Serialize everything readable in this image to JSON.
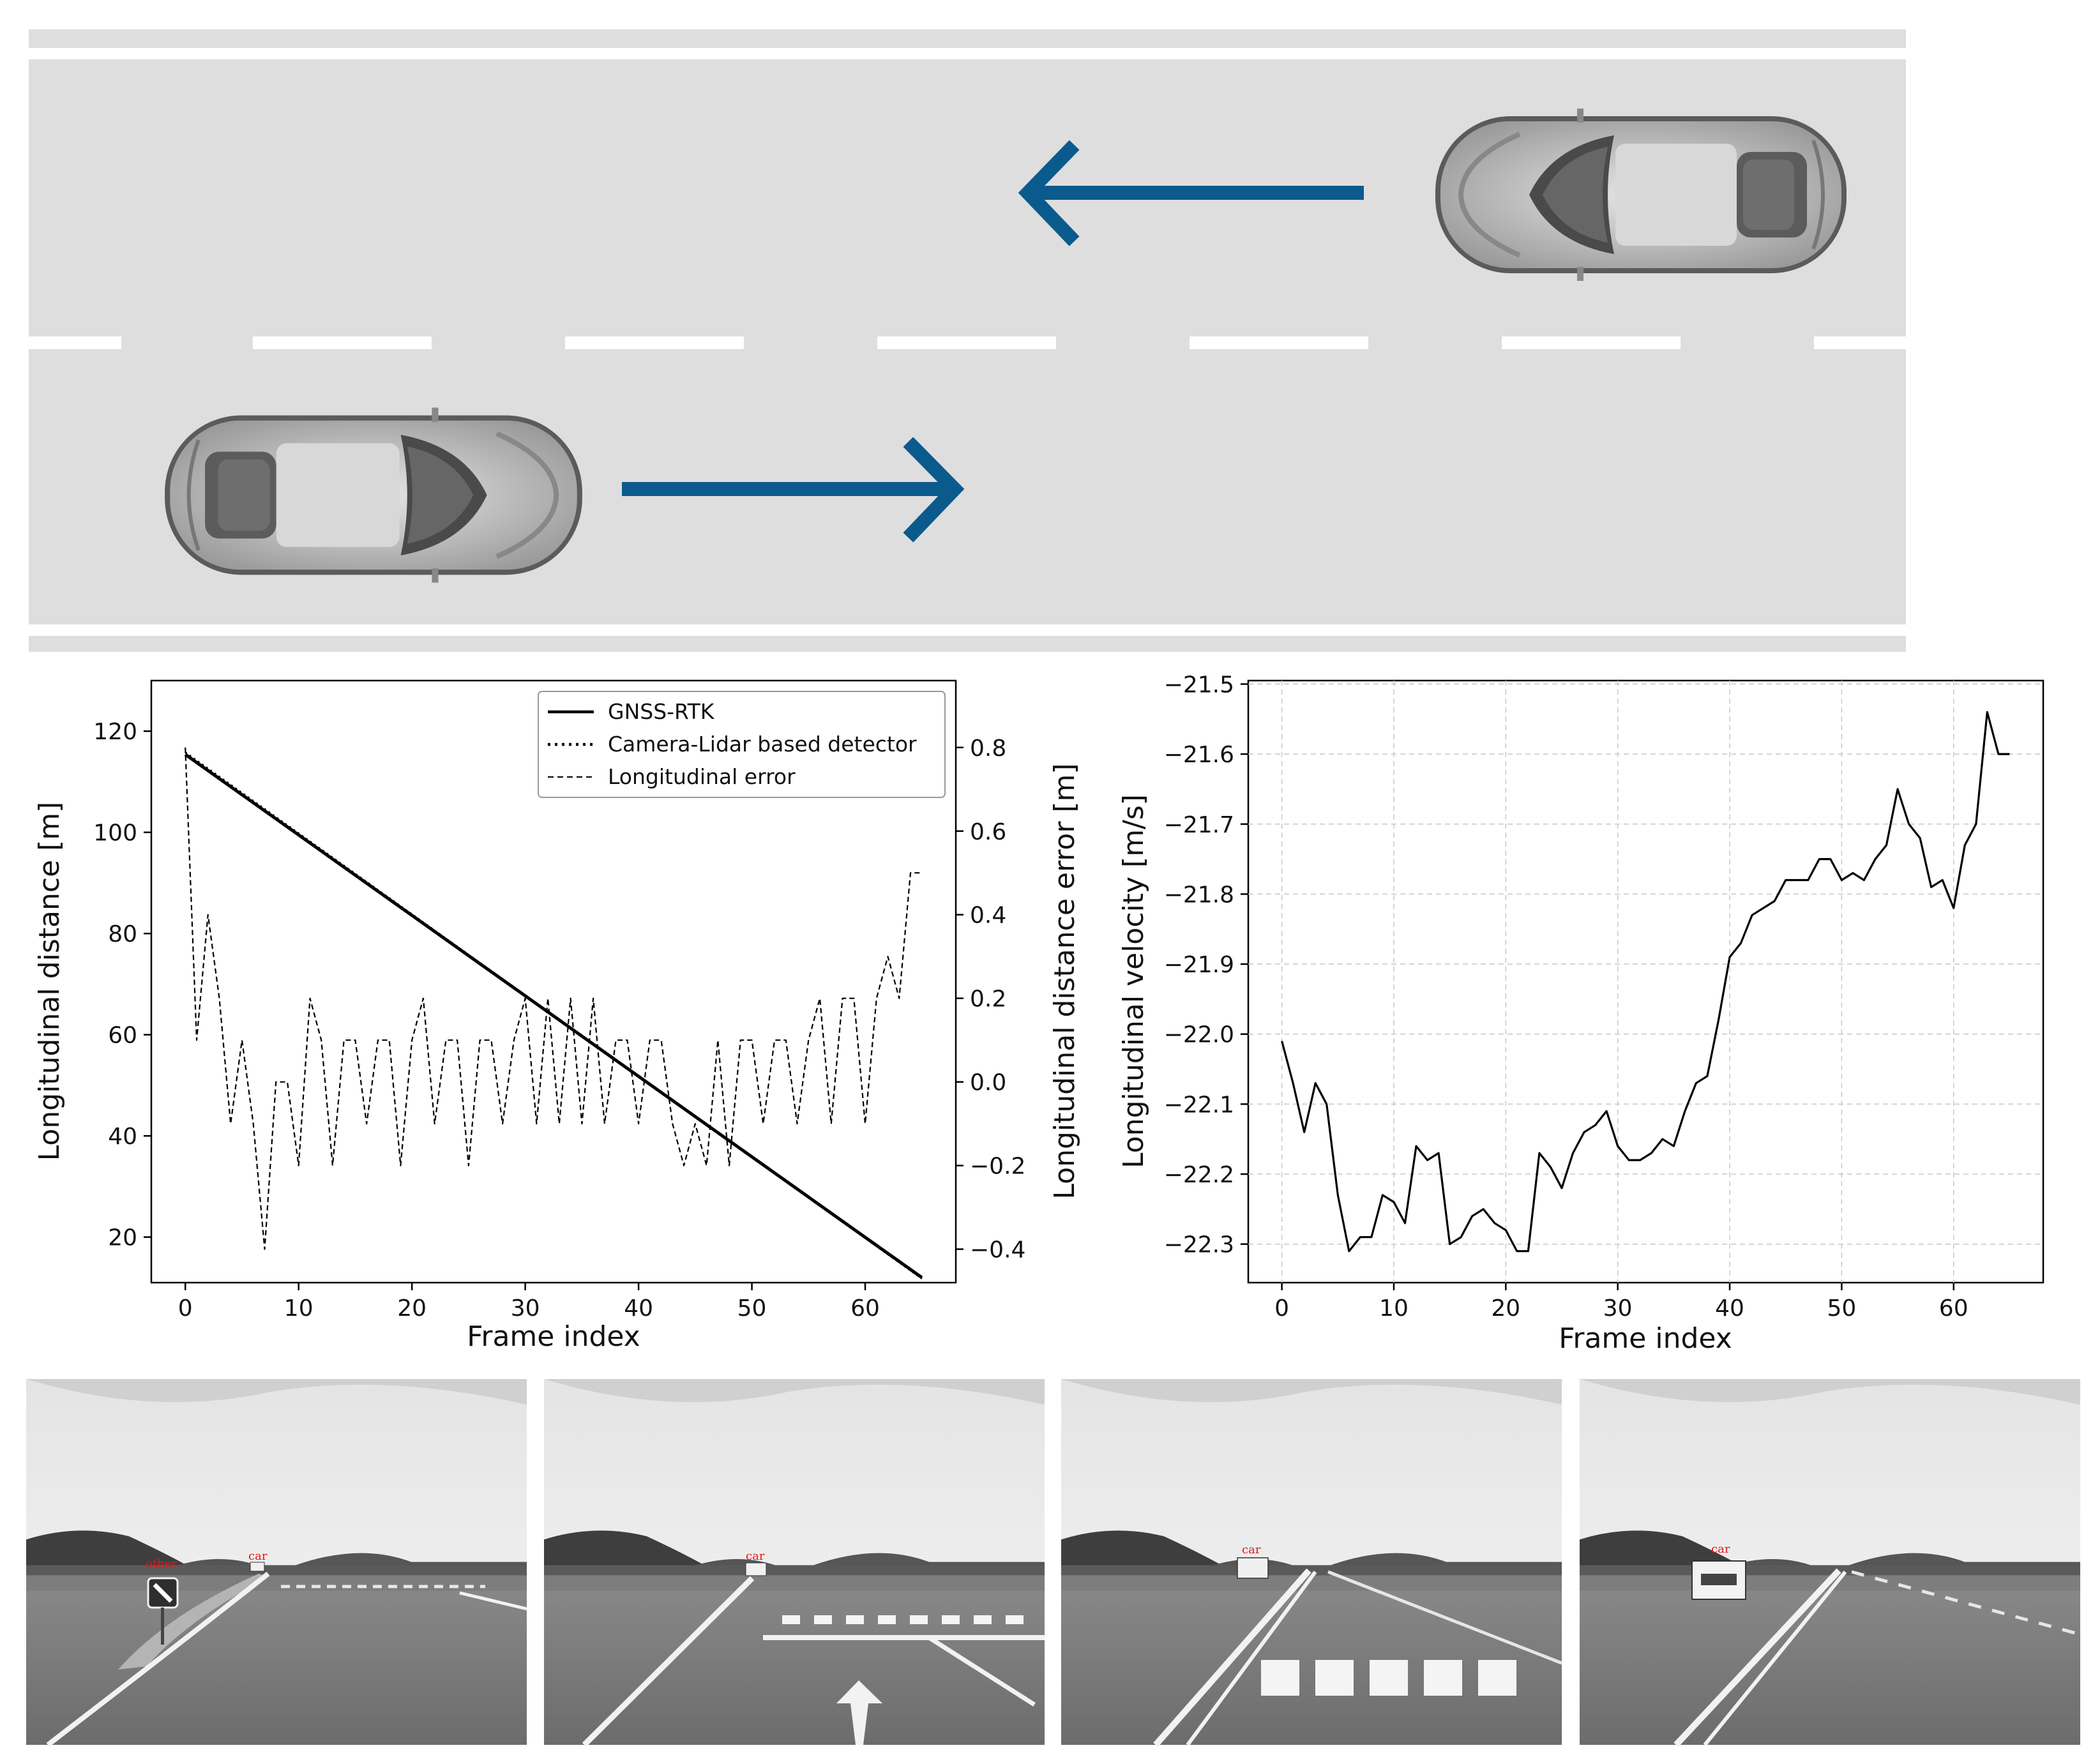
{
  "colors": {
    "road": "#dedede",
    "road_line": "#ffffff",
    "arrow": "#0b5a8e",
    "car_body": "#c4c4c4",
    "car_glass": "#5a5a5a",
    "detection_label": "#e01818"
  },
  "icons": [
    "car-top-view-icon",
    "arrow-left-icon",
    "arrow-right-icon"
  ],
  "chart_data": [
    {
      "type": "line",
      "xlabel": "Frame index",
      "ylabel": "Longitudinal distance [m]",
      "ylabel_right": "Longitudinal distance error [m]",
      "xlim": [
        -3,
        68
      ],
      "ylim": [
        11,
        130
      ],
      "ylim_right": [
        -0.48,
        0.96
      ],
      "xticks": [
        "0",
        "10",
        "20",
        "30",
        "40",
        "50",
        "60"
      ],
      "yticks": [
        "20",
        "40",
        "60",
        "80",
        "100",
        "120"
      ],
      "yticks_right": [
        "−0.4",
        "−0.2",
        "0.0",
        "0.2",
        "0.4",
        "0.6",
        "0.8"
      ],
      "grid": false,
      "legend_position": "top-right",
      "legend": [
        "GNSS-RTK",
        "Camera-Lidar based detector",
        "Longitudinal error"
      ],
      "series": [
        {
          "name": "GNSS-RTK",
          "axis": "left",
          "style": "solid",
          "x": [
            0,
            65
          ],
          "y": [
            115.4,
            12.0
          ]
        },
        {
          "name": "Camera-Lidar based detector",
          "axis": "left",
          "style": "dotted",
          "x": [
            0,
            65
          ],
          "y": [
            115.8,
            11.8
          ]
        },
        {
          "name": "Longitudinal error",
          "axis": "right",
          "style": "dashed",
          "x": [
            0,
            1,
            2,
            3,
            4,
            5,
            6,
            7,
            8,
            9,
            10,
            11,
            12,
            13,
            14,
            15,
            16,
            17,
            18,
            19,
            20,
            21,
            22,
            23,
            24,
            25,
            26,
            27,
            28,
            29,
            30,
            31,
            32,
            33,
            34,
            35,
            36,
            37,
            38,
            39,
            40,
            41,
            42,
            43,
            44,
            45,
            46,
            47,
            48,
            49,
            50,
            51,
            52,
            53,
            54,
            55,
            56,
            57,
            58,
            59,
            60,
            61,
            62,
            63,
            64,
            65
          ],
          "y": [
            0.8,
            0.1,
            0.4,
            0.2,
            -0.1,
            0.1,
            -0.1,
            -0.4,
            0.0,
            0.0,
            -0.2,
            0.2,
            0.1,
            -0.2,
            0.1,
            0.1,
            -0.1,
            0.1,
            0.1,
            -0.2,
            0.1,
            0.2,
            -0.1,
            0.1,
            0.1,
            -0.2,
            0.1,
            0.1,
            -0.1,
            0.1,
            0.2,
            -0.1,
            0.2,
            -0.1,
            0.2,
            -0.1,
            0.2,
            -0.1,
            0.1,
            0.1,
            -0.1,
            0.1,
            0.1,
            -0.1,
            -0.2,
            -0.1,
            -0.2,
            0.1,
            -0.2,
            0.1,
            0.1,
            -0.1,
            0.1,
            0.1,
            -0.1,
            0.1,
            0.2,
            -0.1,
            0.2,
            0.2,
            -0.1,
            0.2,
            0.3,
            0.2,
            0.5,
            0.5
          ]
        }
      ]
    },
    {
      "type": "line",
      "xlabel": "Frame index",
      "ylabel": "Longitudinal velocity [m/s]",
      "xlim": [
        -3,
        68
      ],
      "ylim": [
        -22.355,
        -21.495
      ],
      "xticks": [
        "0",
        "10",
        "20",
        "30",
        "40",
        "50",
        "60"
      ],
      "yticks": [
        "−22.3",
        "−22.2",
        "−22.1",
        "−22.0",
        "−21.9",
        "−21.8",
        "−21.7",
        "−21.6",
        "−21.5"
      ],
      "grid": true,
      "series": [
        {
          "style": "solid",
          "x": [
            0,
            1,
            2,
            3,
            4,
            5,
            6,
            7,
            8,
            9,
            10,
            11,
            12,
            13,
            14,
            15,
            16,
            17,
            18,
            19,
            20,
            21,
            22,
            23,
            24,
            25,
            26,
            27,
            28,
            29,
            30,
            31,
            32,
            33,
            34,
            35,
            36,
            37,
            38,
            39,
            40,
            41,
            42,
            43,
            44,
            45,
            46,
            47,
            48,
            49,
            50,
            51,
            52,
            53,
            54,
            55,
            56,
            57,
            58,
            59,
            60,
            61,
            62,
            63,
            64,
            65
          ],
          "y": [
            -22.01,
            -22.07,
            -22.14,
            -22.07,
            -22.1,
            -22.23,
            -22.31,
            -22.29,
            -22.29,
            -22.23,
            -22.24,
            -22.27,
            -22.16,
            -22.18,
            -22.17,
            -22.3,
            -22.29,
            -22.26,
            -22.25,
            -22.27,
            -22.28,
            -22.31,
            -22.31,
            -22.17,
            -22.19,
            -22.22,
            -22.17,
            -22.14,
            -22.13,
            -22.11,
            -22.16,
            -22.18,
            -22.18,
            -22.17,
            -22.15,
            -22.16,
            -22.11,
            -22.07,
            -22.06,
            -21.98,
            -21.89,
            -21.87,
            -21.83,
            -21.82,
            -21.81,
            -21.78,
            -21.78,
            -21.78,
            -21.75,
            -21.75,
            -21.78,
            -21.77,
            -21.78,
            -21.75,
            -21.73,
            -21.65,
            -21.7,
            -21.72,
            -21.79,
            -21.78,
            -21.82,
            -21.73,
            -21.7,
            -21.54,
            -21.6,
            -21.6
          ]
        }
      ]
    }
  ],
  "camera_frames": [
    {
      "labels": [
        "other",
        "car"
      ]
    },
    {
      "labels": [
        "car"
      ]
    },
    {
      "labels": [
        "car"
      ]
    },
    {
      "labels": [
        "car"
      ]
    }
  ]
}
